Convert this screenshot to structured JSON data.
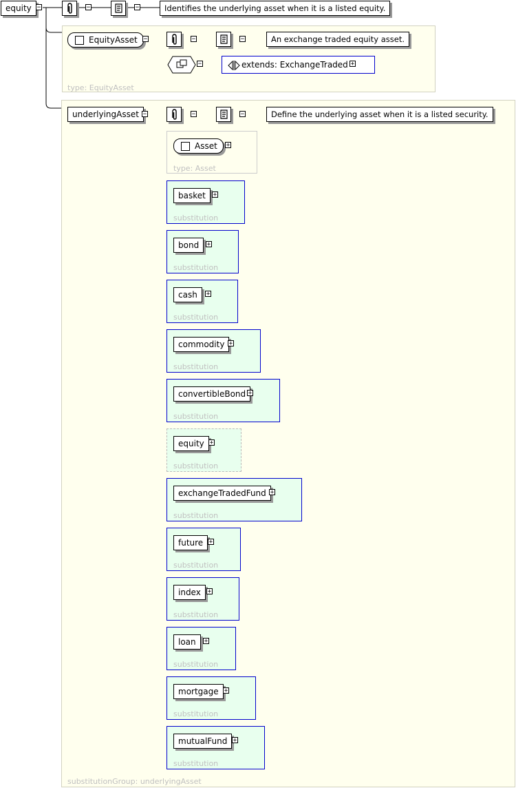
{
  "root": {
    "name": "equity",
    "doc": "Identifies the underlying asset when it is a listed equity."
  },
  "equity_asset": {
    "name": "EquityAsset",
    "doc": "An exchange traded equity asset.",
    "extends": "extends: ExchangeTraded",
    "type_label": "type: EquityAsset"
  },
  "underlying": {
    "name": "underlyingAsset",
    "doc": "Define the underlying asset when it is a listed security.",
    "asset": {
      "name": "Asset",
      "type_label": "type: Asset"
    },
    "group_label": "substitutionGroup: underlyingAsset",
    "substitution_label": "substitution",
    "substitutions": [
      {
        "name": "basket"
      },
      {
        "name": "bond"
      },
      {
        "name": "cash"
      },
      {
        "name": "commodity"
      },
      {
        "name": "convertibleBond"
      },
      {
        "name": "equity"
      },
      {
        "name": "exchangeTradedFund"
      },
      {
        "name": "future"
      },
      {
        "name": "index"
      },
      {
        "name": "loan"
      },
      {
        "name": "mortgage"
      },
      {
        "name": "mutualFund"
      }
    ]
  },
  "symbols": {
    "plus": "+",
    "minus": "−"
  },
  "colors": {
    "region_bg": "#ffffee",
    "subst_bg": "#e8ffee",
    "subst_border": "#0000cc",
    "shadow": "#999999"
  }
}
